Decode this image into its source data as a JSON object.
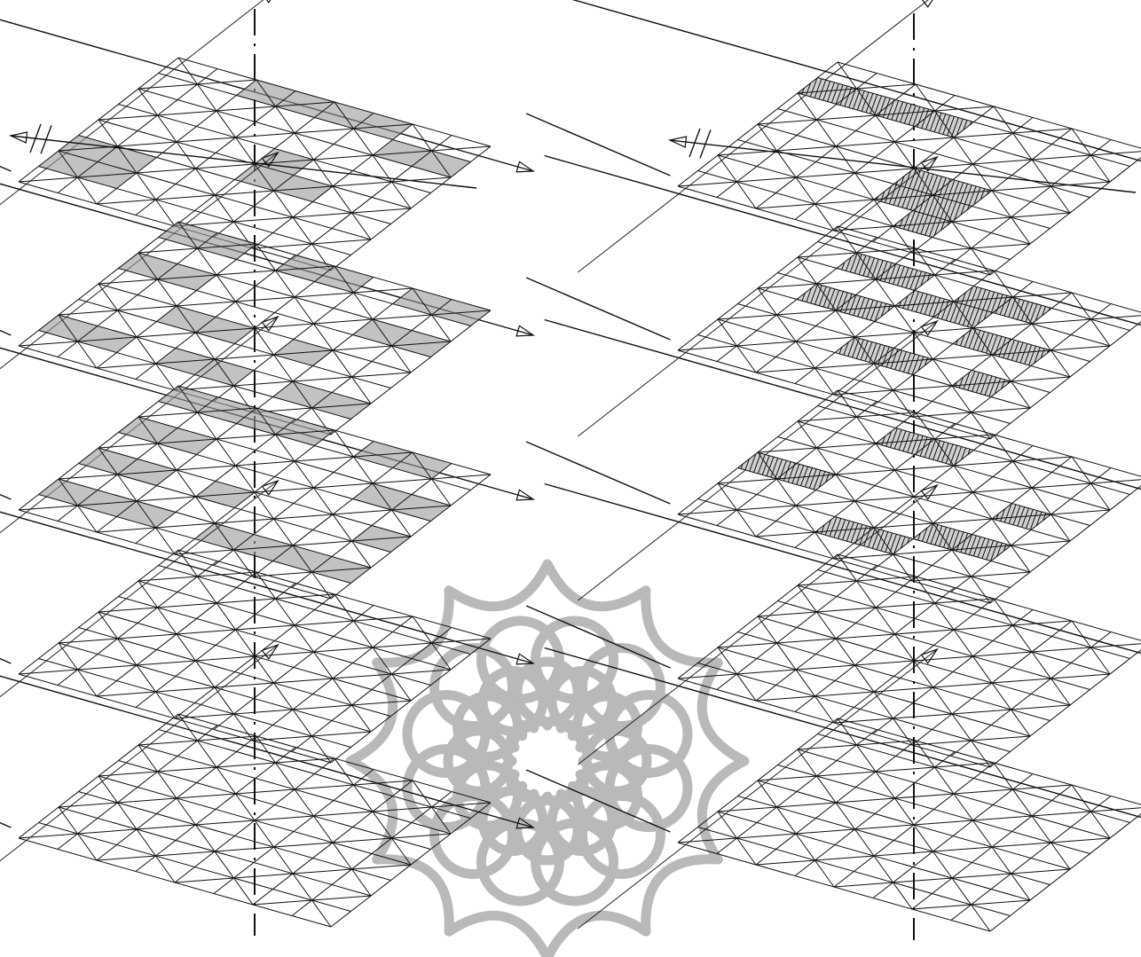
{
  "diagram": {
    "kind": "exploded isometric triangulated grid layers",
    "columns": [
      {
        "name": "left",
        "fill_style": "gray",
        "layers": [
          {
            "highlighted_cells": [
              [
                2,
                0
              ],
              [
                3,
                0
              ],
              [
                4,
                0
              ],
              [
                5,
                0
              ],
              [
                6,
                1
              ],
              [
                7,
                1
              ],
              [
                0,
                5
              ],
              [
                1,
                5
              ],
              [
                0,
                6
              ],
              [
                1,
                6
              ],
              [
                4,
                3
              ],
              [
                4,
                4
              ],
              [
                5,
                4
              ]
            ]
          },
          {
            "highlighted_cells": [
              [
                0,
                0
              ],
              [
                1,
                0
              ],
              [
                3,
                0
              ],
              [
                4,
                0
              ],
              [
                6,
                0
              ],
              [
                7,
                0
              ],
              [
                0,
                2
              ],
              [
                1,
                2
              ],
              [
                6,
                2
              ],
              [
                7,
                2
              ],
              [
                2,
                4
              ],
              [
                3,
                4
              ],
              [
                5,
                4
              ],
              [
                0,
                6
              ],
              [
                1,
                6
              ],
              [
                3,
                6
              ],
              [
                4,
                6
              ],
              [
                6,
                6
              ],
              [
                7,
                6
              ]
            ]
          },
          {
            "highlighted_cells": [
              [
                0,
                0
              ],
              [
                1,
                0
              ],
              [
                2,
                0
              ],
              [
                3,
                0
              ],
              [
                5,
                0
              ],
              [
                6,
                0
              ],
              [
                0,
                2
              ],
              [
                1,
                2
              ],
              [
                6,
                2
              ],
              [
                7,
                2
              ],
              [
                0,
                4
              ],
              [
                1,
                4
              ],
              [
                3,
                4
              ],
              [
                7,
                4
              ],
              [
                0,
                6
              ],
              [
                1,
                6
              ],
              [
                2,
                6
              ],
              [
                4,
                6
              ],
              [
                5,
                6
              ],
              [
                6,
                6
              ],
              [
                7,
                6
              ]
            ]
          },
          {
            "highlighted_cells": []
          },
          {
            "highlighted_cells": []
          }
        ]
      },
      {
        "name": "right",
        "fill_style": "hatch",
        "layers": [
          {
            "highlighted_cells": [
              [
                0,
                1
              ],
              [
                1,
                1
              ],
              [
                2,
                1
              ],
              [
                3,
                1
              ],
              [
                4,
                4
              ],
              [
                5,
                4
              ],
              [
                4,
                5
              ],
              [
                5,
                5
              ],
              [
                5,
                6
              ]
            ]
          },
          {
            "highlighted_cells": [
              [
                1,
                1
              ],
              [
                2,
                1
              ],
              [
                4,
                1
              ],
              [
                5,
                1
              ],
              [
                3,
                2
              ],
              [
                4,
                2
              ],
              [
                1,
                3
              ],
              [
                2,
                3
              ],
              [
                5,
                3
              ],
              [
                6,
                3
              ],
              [
                3,
                5
              ],
              [
                4,
                5
              ],
              [
                6,
                5
              ]
            ]
          },
          {
            "highlighted_cells": [
              [
                2,
                1
              ],
              [
                3,
                1
              ],
              [
                0,
                4
              ],
              [
                1,
                4
              ],
              [
                5,
                5
              ],
              [
                6,
                5
              ],
              [
                3,
                6
              ],
              [
                4,
                6
              ],
              [
                6,
                3
              ]
            ]
          },
          {
            "highlighted_cells": []
          },
          {
            "highlighted_cells": []
          }
        ]
      }
    ]
  },
  "ornament": {
    "name": "rosette",
    "color": "#b9b9b9",
    "outer_points": 12,
    "inner_petals": 16
  },
  "colors": {
    "line": "#111111",
    "gray_fill": "#9a9a9a",
    "background": "#ffffff"
  }
}
